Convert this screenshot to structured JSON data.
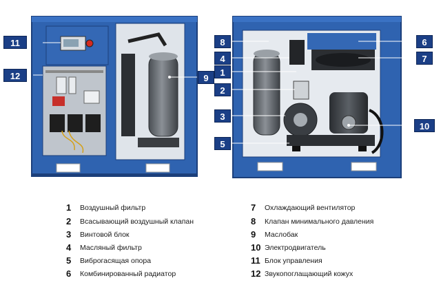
{
  "callouts": {
    "n1": "1",
    "n2": "2",
    "n3": "3",
    "n4": "4",
    "n5": "5",
    "n6": "6",
    "n7": "7",
    "n8": "8",
    "n9": "9",
    "n10": "10",
    "n11": "11",
    "n12": "12"
  },
  "legend": [
    {
      "num": "1",
      "label": "Воздушный фильтр"
    },
    {
      "num": "2",
      "label": "Всасывающий воздушный клапан"
    },
    {
      "num": "3",
      "label": "Винтовой блок"
    },
    {
      "num": "4",
      "label": "Масляный фильтр"
    },
    {
      "num": "5",
      "label": "Виброгасящая опора"
    },
    {
      "num": "6",
      "label": "Комбинированный радиатор"
    },
    {
      "num": "7",
      "label": "Охлаждающий вентилятор"
    },
    {
      "num": "8",
      "label": "Клапан минимального давления"
    },
    {
      "num": "9",
      "label": "Маслобак"
    },
    {
      "num": "10",
      "label": "Электродвигатель"
    },
    {
      "num": "11",
      "label": "Блок управления"
    },
    {
      "num": "12",
      "label": "Звукопоглащающий кожух"
    }
  ],
  "colors": {
    "cabinet_blue": "#2f63b0",
    "callout_blue": "#1b3f86",
    "tank_grey": "#6e7378"
  }
}
